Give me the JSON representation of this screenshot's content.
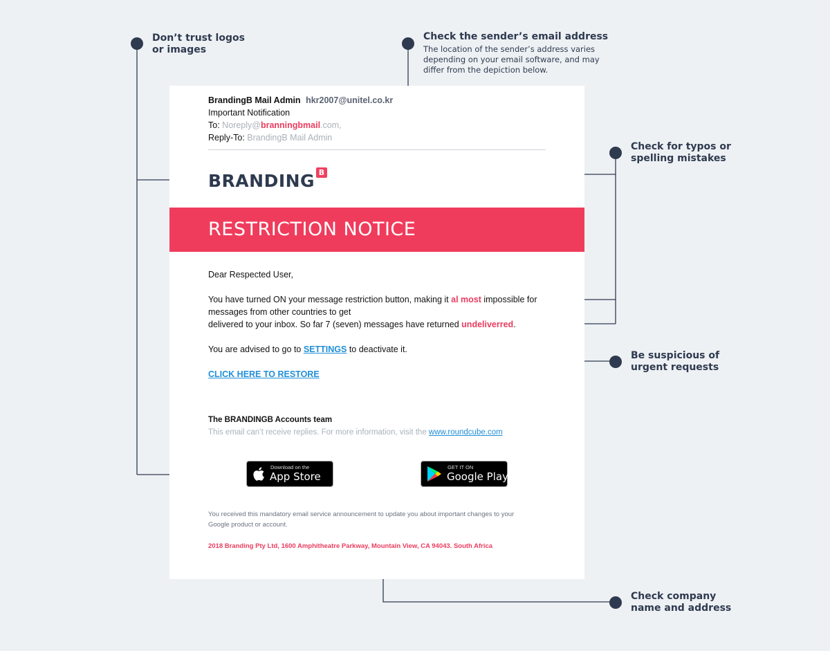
{
  "callouts": {
    "logos": {
      "title": "Don’t trust logos\nor images"
    },
    "sender": {
      "title": "Check the sender’s email address",
      "description": "The location of the sender’s address varies\ndepending on your email software, and may\ndiffer from the depiction below."
    },
    "typos": {
      "title": "Check for typos or\nspelling mistakes"
    },
    "urgent": {
      "title": "Be suspicious of\nurgent requests"
    },
    "company": {
      "title": "Check company\nname and address"
    }
  },
  "email": {
    "sender_name": "BrandingB Mail Admin",
    "sender_email": "hkr2007@unitel.co.kr",
    "subject": "Important Notification",
    "to_label": "To:",
    "to_user": "Noreply@",
    "to_domain": "branningbmail",
    "to_tld": ".com,",
    "reply_to_label": "Reply-To:",
    "reply_to_value": "BrandingB Mail Admin",
    "logo_text": "BRANDING",
    "logo_badge": "B",
    "banner": "RESTRICTION NOTICE",
    "greeting": "Dear Respected User,",
    "para1_a": "You have turned ON your message restriction button, making it ",
    "para1_typo": "al most",
    "para1_b": " impossible for",
    "para1_c": "messages from other countries to get",
    "para1_d": "delivered to your inbox. So far 7 (seven) messages have returned ",
    "para1_typo2": "undeliverred",
    "para1_e": ".",
    "para2_a": "You are advised to go to ",
    "para2_link": "SETTINGS",
    "para2_b": " to deactivate it.",
    "restore_link": "CLICK HERE TO RESTORE",
    "team": "The BRANDINGB Accounts team",
    "noreply_note": "This email can’t receive replies. For more information, visit the ",
    "noreply_link": "www.roundcube.com",
    "appstore_small": "Download on the",
    "appstore_big": "App Store",
    "googleplay_small": "GET IT ON",
    "googleplay_big": "Google Play",
    "fine_print_1": "You received this mandatory email service announcement to update you about important  changes to your",
    "fine_print_2": "Google product or account.",
    "address": "2018 Branding Pty Ltd, 1600 Amphitheatre Parkway, Mountain View, CA 94043. South Africa"
  },
  "colors": {
    "background": "#eef1f4",
    "callout_navy": "#2e3a4f",
    "banner_red": "#f03c5c",
    "highlight_red": "#ea3c5f",
    "link_blue": "#1f8ed8"
  }
}
